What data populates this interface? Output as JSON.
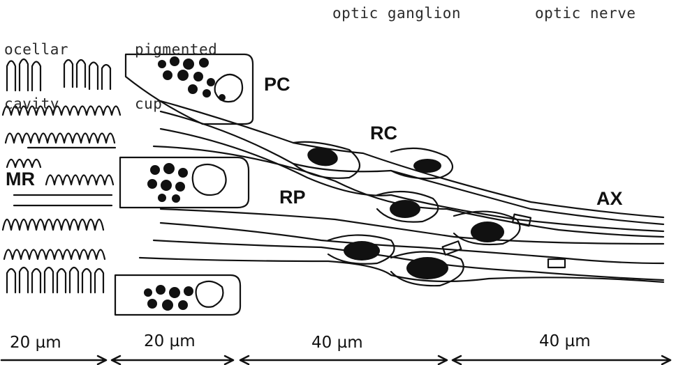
{
  "regions": {
    "ocellar_cavity": {
      "line1": "ocellar",
      "line2": "cavity"
    },
    "pigmented_cup": {
      "line1": "pigmented",
      "line2": "cup"
    },
    "optic_ganglion": "optic ganglion",
    "optic_nerve": "optic nerve"
  },
  "parts": {
    "pc": "PC",
    "rc": "RC",
    "mr": "MR",
    "rp": "RP",
    "ax": "AX"
  },
  "scale": {
    "seg1": "20 µm",
    "seg2": "20 µm",
    "seg3": "40 µm",
    "seg4": "40 µm"
  },
  "colors": {
    "ink": "#111111",
    "background": "#ffffff"
  }
}
